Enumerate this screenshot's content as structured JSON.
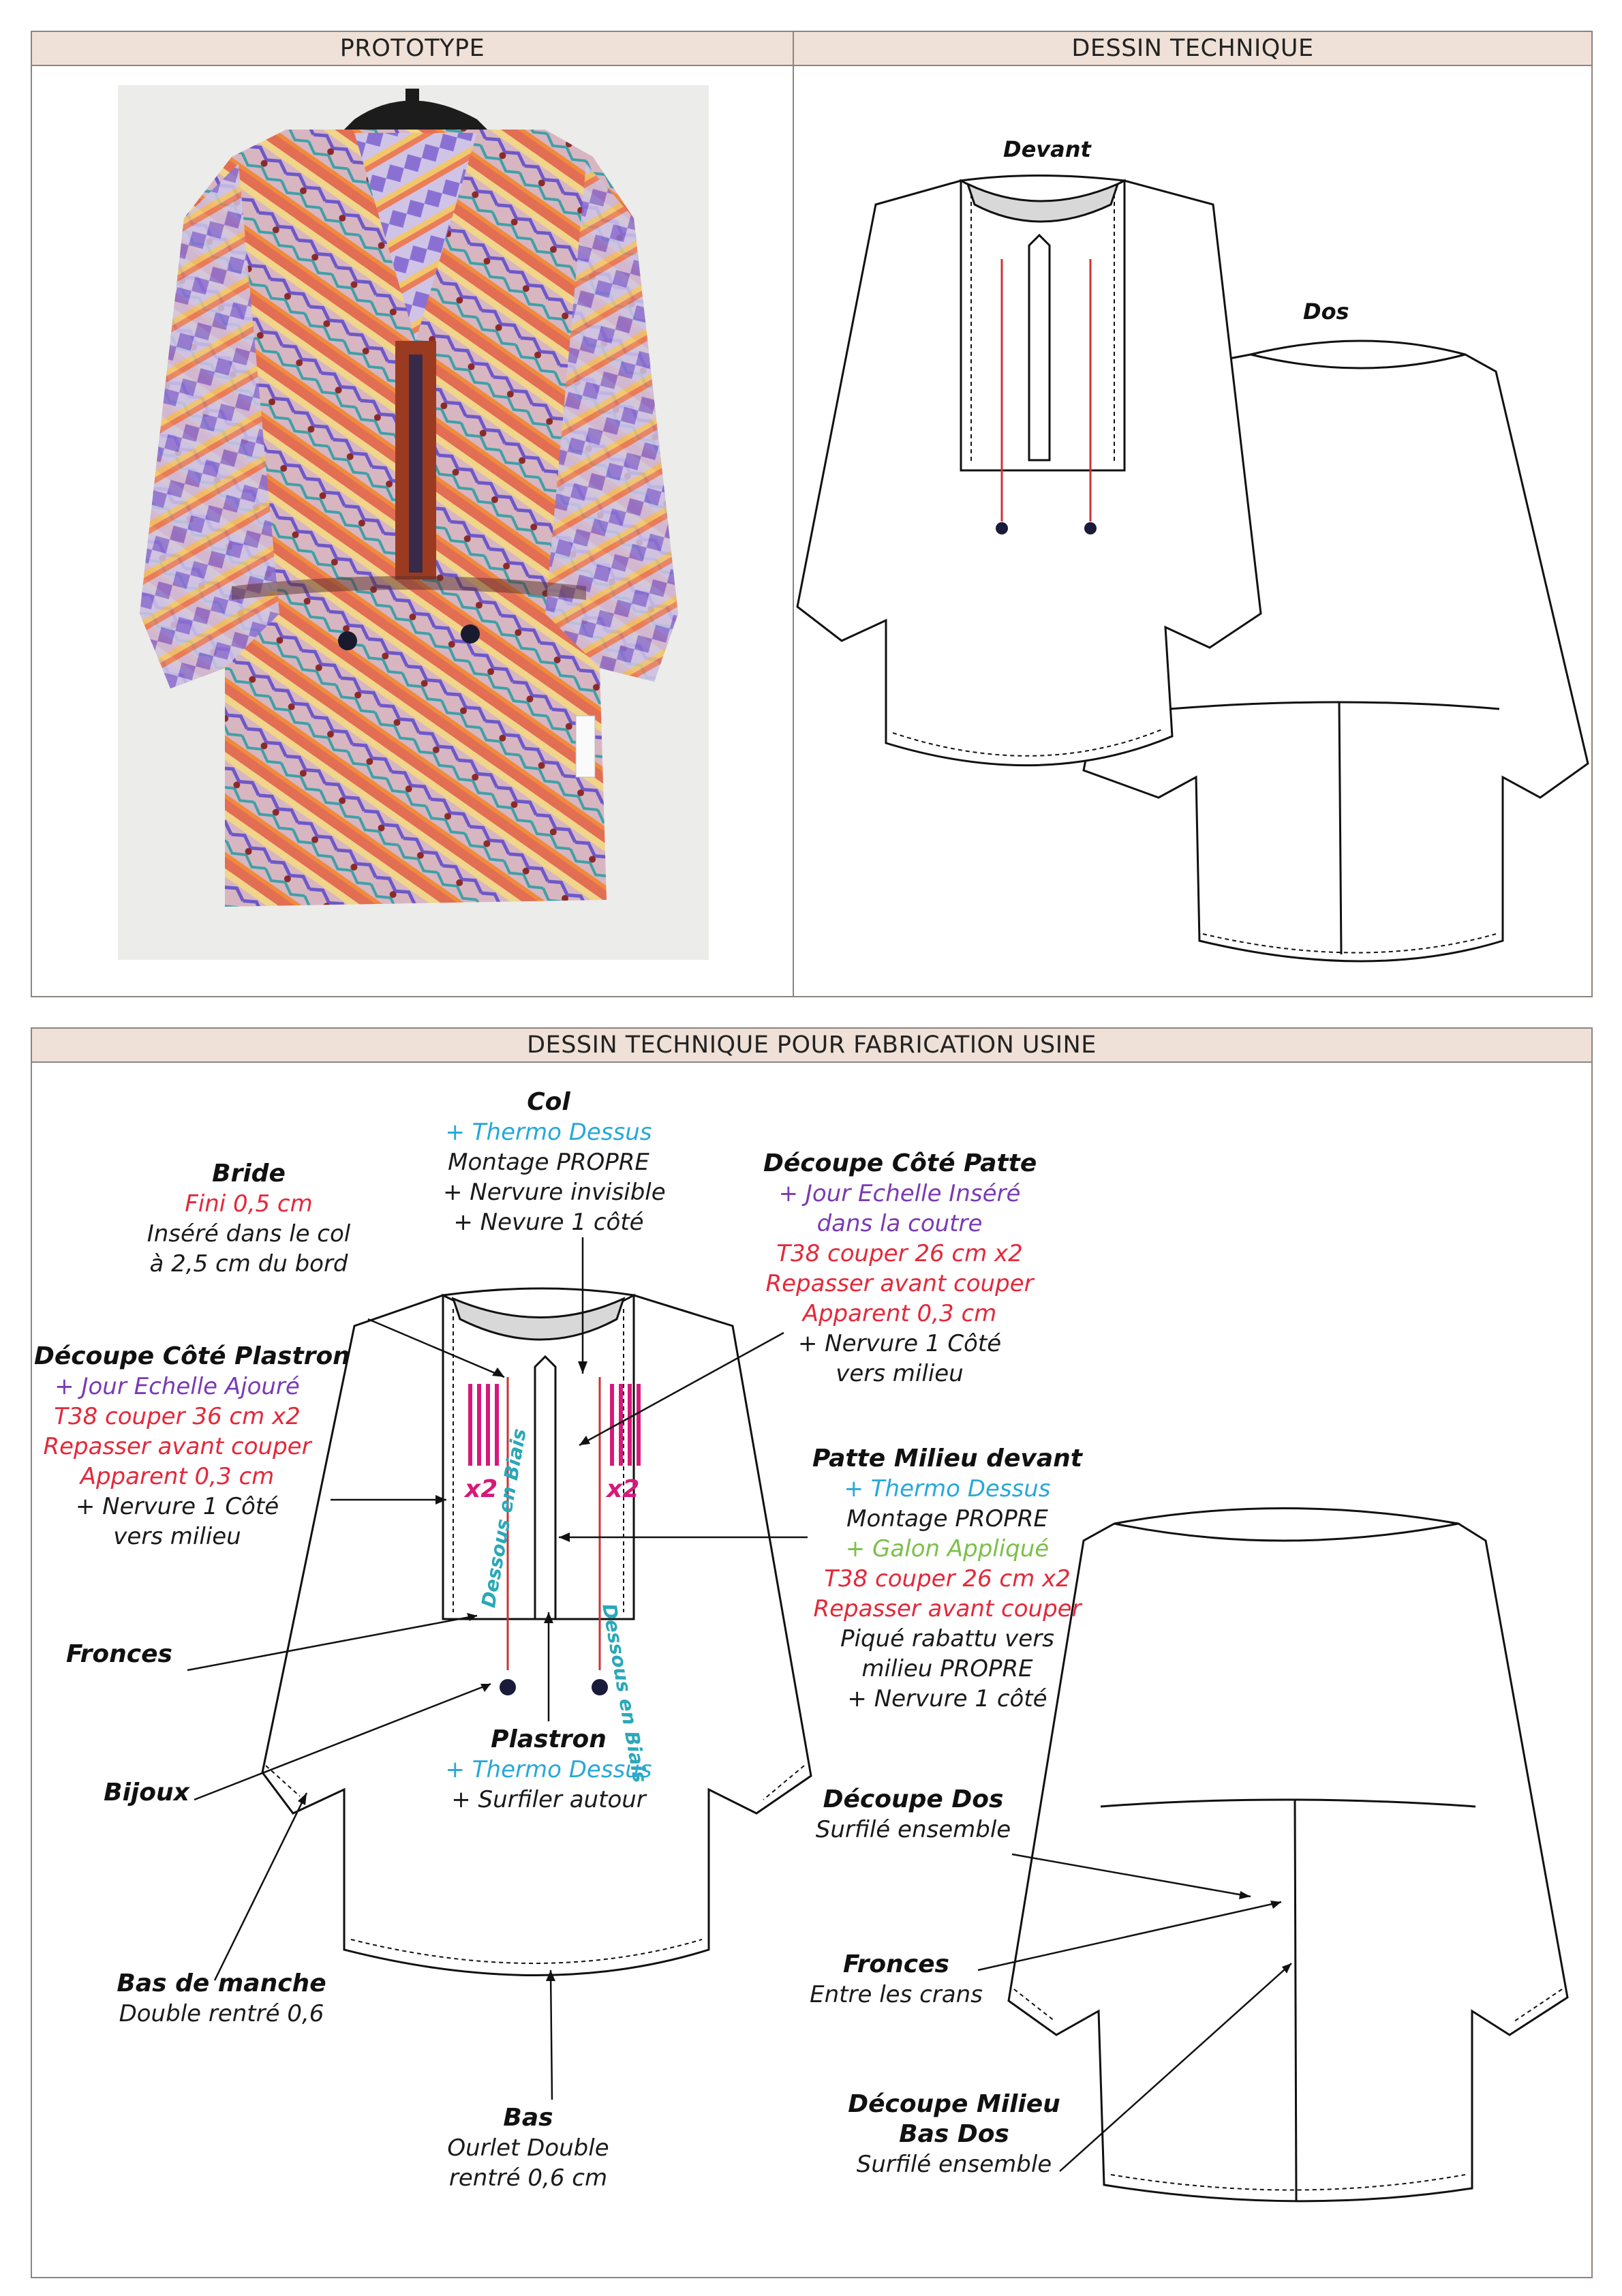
{
  "headers": {
    "prototype": "PROTOTYPE",
    "dessin_technique": "DESSIN TECHNIQUE",
    "fabrication": "DESSIN TECHNIQUE POUR FABRICATION USINE"
  },
  "views": {
    "devant": "Devant",
    "dos": "Dos"
  },
  "flat_marks": {
    "x2_left": "x2",
    "x2_right": "x2",
    "biais_left": "Dessous en Biais",
    "biais_right": "Dessous en Biais"
  },
  "colors": {
    "header_bg": "#efe1d7",
    "border": "#8d8480",
    "blue": "#27a8d8",
    "purple": "#7a3bb2",
    "red": "#e4283a",
    "green": "#7cc04a",
    "magenta": "#d6197a"
  },
  "annotations": {
    "col": {
      "title": "Col",
      "lines": [
        "+ Thermo Dessus",
        "Montage PROPRE",
        "+ Nervure invisible",
        "+ Nevure 1 côté"
      ]
    },
    "bride": {
      "title": "Bride",
      "lines": [
        "Fini 0,5 cm",
        "Inséré dans le col",
        "à 2,5 cm du bord"
      ]
    },
    "decoupe_patte": {
      "title": "Découpe Côté Patte",
      "lines": [
        "+ Jour Echelle Inséré",
        "dans la coutre",
        "T38 couper 26 cm x2",
        "Repasser avant couper",
        "Apparent 0,3 cm",
        "+ Nervure 1 Côté",
        "vers milieu"
      ]
    },
    "decoupe_plastron": {
      "title": "Découpe Côté Plastron",
      "lines": [
        "+ Jour Echelle Ajouré",
        "T38 couper 36 cm x2",
        "Repasser avant couper",
        "Apparent 0,3 cm",
        "+ Nervure 1 Côté",
        "vers milieu"
      ]
    },
    "patte_milieu": {
      "title": "Patte Milieu devant",
      "lines": [
        "+ Thermo Dessus",
        "Montage PROPRE",
        "+ Galon Appliqué",
        "T38 couper 26 cm x2",
        "Repasser avant couper",
        "Piqué rabattu vers",
        "milieu PROPRE",
        "+ Nervure 1 côté"
      ]
    },
    "fronces_front": {
      "title": "Fronces"
    },
    "bijoux": {
      "title": "Bijoux"
    },
    "plastron": {
      "title": "Plastron",
      "lines": [
        "+ Thermo Dessus",
        "+ Surfiler autour"
      ]
    },
    "bas_manche": {
      "title": "Bas de manche",
      "lines": [
        "Double rentré 0,6"
      ]
    },
    "bas": {
      "title": "Bas",
      "lines": [
        "Ourlet Double",
        "rentré 0,6 cm"
      ]
    },
    "decoupe_dos": {
      "title": "Découpe Dos",
      "lines": [
        "Surfilé ensemble"
      ]
    },
    "fronces_back": {
      "title": "Fronces",
      "lines": [
        "Entre les crans"
      ]
    },
    "decoupe_milieu": {
      "title": "Découpe Milieu",
      "title2": "Bas Dos",
      "lines": [
        "Surfilé ensemble"
      ]
    }
  }
}
